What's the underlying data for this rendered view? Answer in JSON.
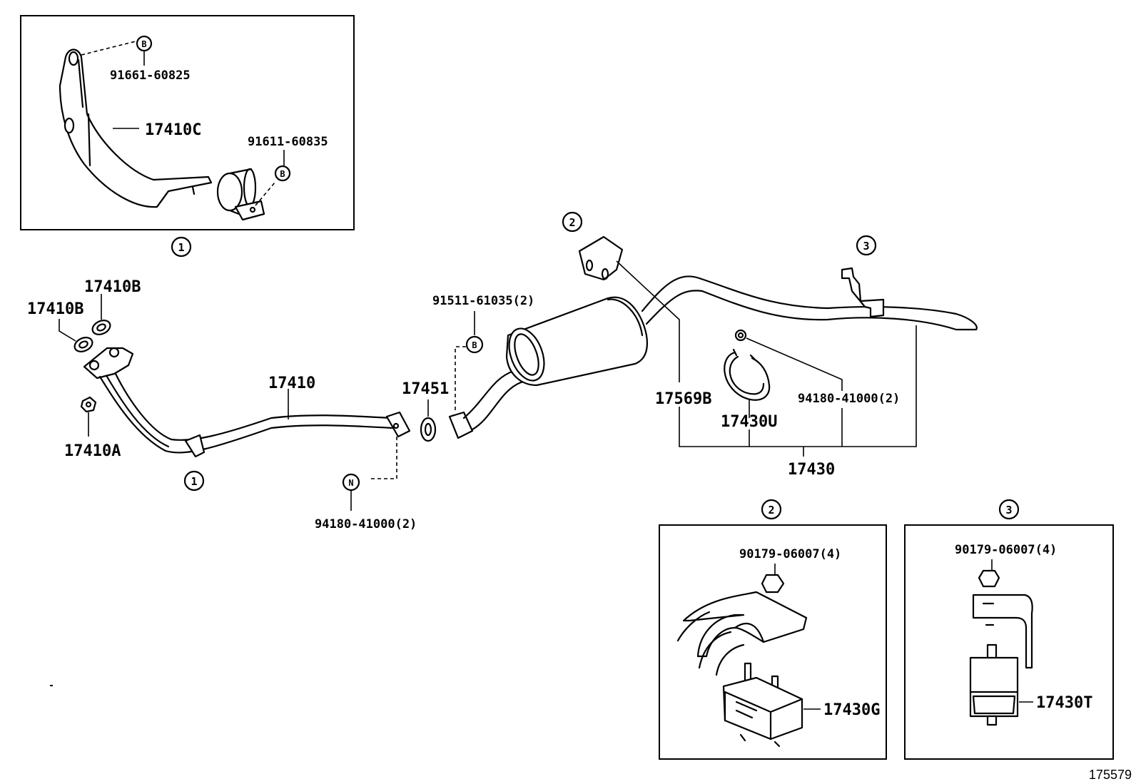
{
  "labels": {
    "p91661": "91661-60825",
    "p17410C": "17410C",
    "p91611": "91611-60835",
    "p17410B_top": "17410B",
    "p17410B_left": "17410B",
    "p17410A": "17410A",
    "p17410": "17410",
    "p17451": "17451",
    "p91511": "91511-61035(2)",
    "p94180_bottom": "94180-41000(2)",
    "p17569B": "17569B",
    "p17430U": "17430U",
    "p94180_right": "94180-41000(2)",
    "p17430": "17430",
    "p90179_a": "90179-06007(4)",
    "p17430G": "17430G",
    "p90179_b": "90179-06007(4)",
    "p17430T": "17430T",
    "illustration_number": "175579"
  },
  "callouts": {
    "one": "1",
    "two": "2",
    "three": "3",
    "bolt_b": "B",
    "nut_n": "N"
  }
}
